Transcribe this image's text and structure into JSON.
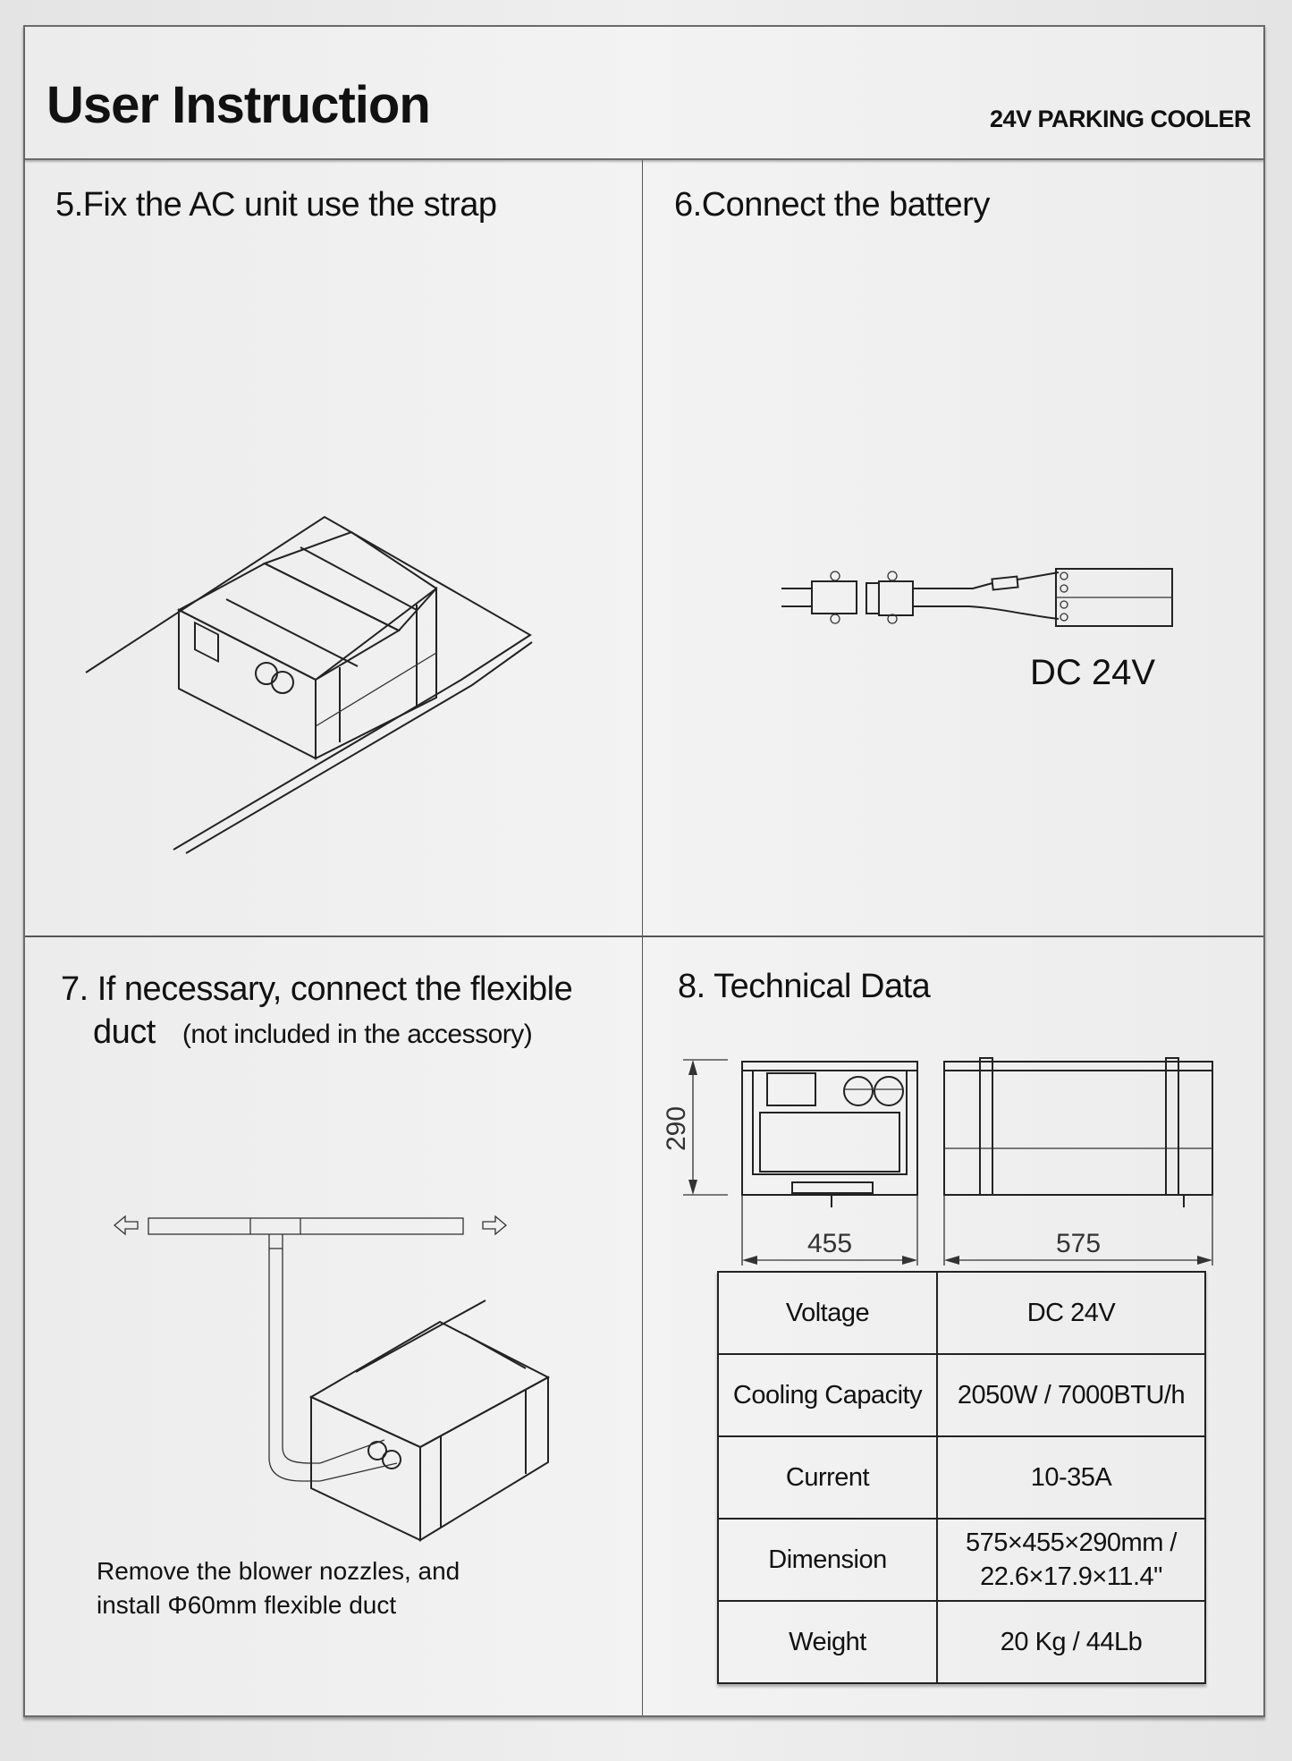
{
  "header": {
    "title": "User Instruction",
    "subtitle": "24V PARKING COOLER"
  },
  "steps": [
    {
      "number": "5",
      "title": "5.Fix the AC unit use the strap",
      "illustration": "isometric-ac-unit-on-roof-with-strap"
    },
    {
      "number": "6",
      "title": "6.Connect the battery",
      "illustration": "battery-connector-wiring",
      "label": "DC 24V"
    },
    {
      "number": "7",
      "title_line1": "7. If necessary, connect the flexible",
      "title_line2": "duct",
      "note": "(not included in the accessory)",
      "illustration": "flexible-duct-t-junction-to-ac-unit",
      "caption_line1": "Remove the blower nozzles, and",
      "caption_line2": "install Φ60mm flexible duct"
    },
    {
      "number": "8",
      "title": "8. Technical Data",
      "illustration": "front-and-side-dimension-drawing",
      "dimensions": {
        "height": "290",
        "width": "455",
        "length": "575"
      }
    }
  ],
  "specs": {
    "rows": [
      {
        "label": "Voltage",
        "value": "DC 24V"
      },
      {
        "label": "Cooling Capacity",
        "value": "2050W / 7000BTU/h"
      },
      {
        "label": "Current",
        "value": "10-35A"
      },
      {
        "label": "Dimension",
        "value_line1": "575×455×290mm /",
        "value_line2": "22.6×17.9×11.4\""
      },
      {
        "label": "Weight",
        "value": "20 Kg / 44Lb"
      }
    ]
  },
  "colors": {
    "line": "#222222",
    "background": "#eeeeee",
    "border": "#6a6a6a"
  }
}
